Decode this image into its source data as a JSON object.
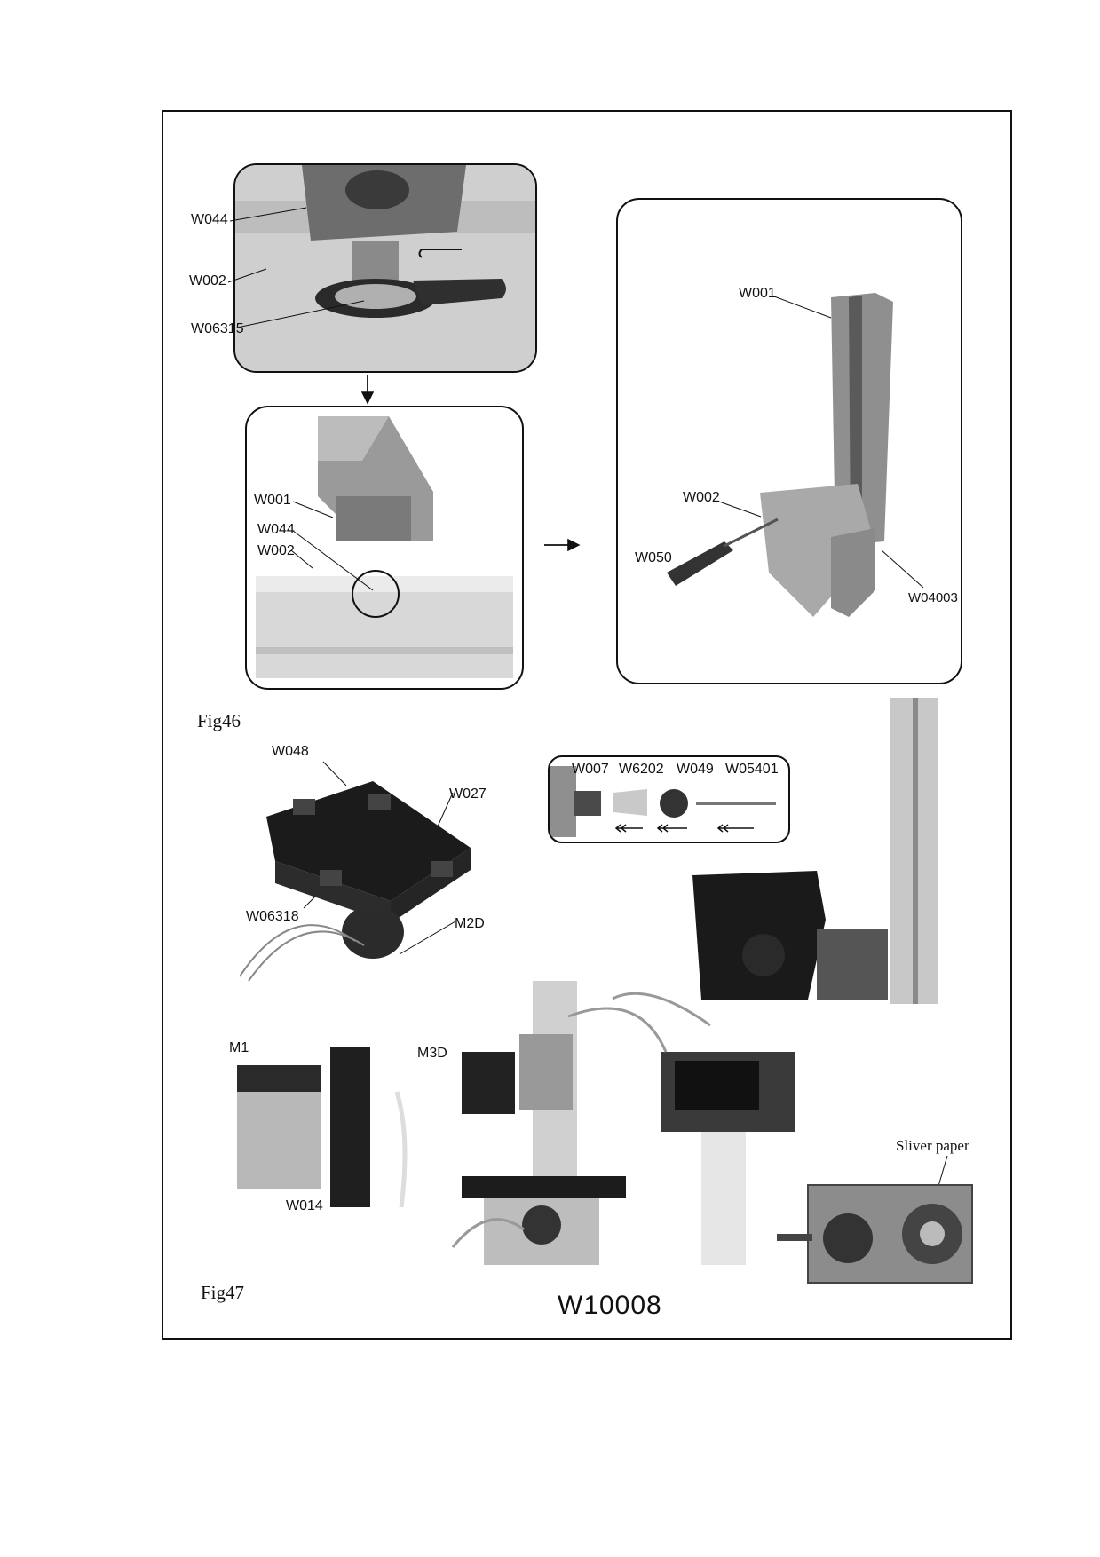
{
  "fig46": {
    "caption": "Fig46",
    "zoom": {
      "w044": "W044",
      "w002": "W002",
      "w06315": "W06315"
    },
    "mount": {
      "w001": "W001",
      "w044": "W044",
      "w002": "W002"
    },
    "assembled": {
      "w001": "W001",
      "w002": "W002",
      "w050": "W050",
      "w04003": "W04003"
    }
  },
  "fig47": {
    "caption": "Fig47",
    "table": {
      "w048": "W048",
      "w027": "W027",
      "w06318": "W06318",
      "m2d": "M2D"
    },
    "collet": {
      "w007": "W007",
      "w6202": "W6202",
      "w049": "W049",
      "w05401": "W05401"
    },
    "motor": {
      "m1": "M1",
      "m3d": "M3D",
      "w014": "W014"
    },
    "belt": {
      "label": "Sliver paper"
    },
    "model": "W10008"
  }
}
